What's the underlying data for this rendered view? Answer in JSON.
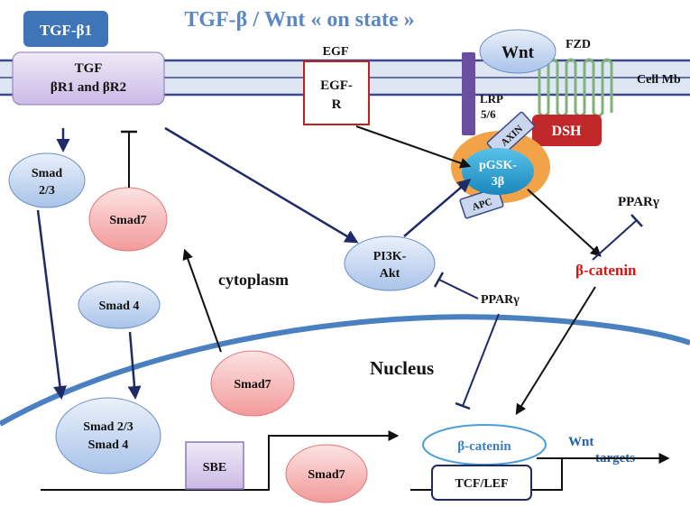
{
  "title": "TGF-β / Wnt « on state »",
  "labels": {
    "tgfb1": "TGF-β1",
    "receptor_line1": "TGF",
    "receptor_line2": "βR1 and βR2",
    "egf": "EGF",
    "egfr_line1": "EGF-",
    "egfr_line2": "R",
    "wnt": "Wnt",
    "fzd": "FZD",
    "cell_mb": "Cell Mb",
    "lrp_line1": "LRP",
    "lrp_line2": "5/6",
    "dsh": "DSH",
    "axin": "AXIN",
    "pgsk_line1": "pGSK-",
    "pgsk_line2": "3β",
    "apc": "APC",
    "smad23_line1": "Smad",
    "smad23_line2": "2/3",
    "smad7_cyto": "Smad7",
    "smad4": "Smad 4",
    "cytoplasm": "cytoplasm",
    "pi3k_line1": "PI3K-",
    "pi3k_line2": "Akt",
    "ppar_mid": "PPARγ",
    "ppar_top": "PPARγ",
    "beta_catenin": "β-catenin",
    "nucleus": "Nucleus",
    "smad7_membrane": "Smad7",
    "complex_line1": "Smad 2/3",
    "complex_line2": "Smad 4",
    "sbe": "SBE",
    "smad7_nuc": "Smad7",
    "beta_catenin_nuc": "β-catenin",
    "tcf_lef": "TCF/LEF",
    "wnt_targets_line1": "Wnt",
    "wnt_targets_line2": "targets"
  },
  "colors": {
    "membrane": "#3a4a8a",
    "nucleus_border": "#4a7fc0",
    "title": "#5b87c5",
    "arrow_dark": "#1f2a66",
    "beta_catenin_red": "#e01010",
    "tgfb1_box": "#3e74b8",
    "lrp": "#6a4fa0",
    "dsh": "#c0282a",
    "fzd": "#7fb27a",
    "pgsk": "#2a9ac8",
    "wnt_targets": "#1f5fa8"
  }
}
